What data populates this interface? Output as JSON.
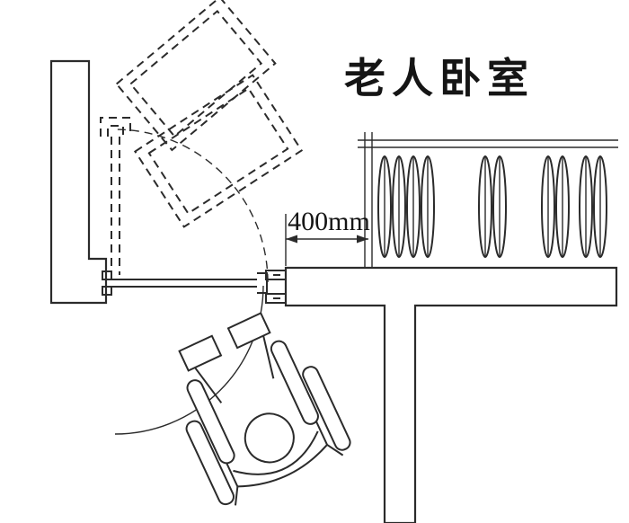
{
  "colors": {
    "background": "#ffffff",
    "wall_fill": "#cacaca",
    "line": "#2b2b2b"
  },
  "labels": {
    "room_title": "老人卧室",
    "dimension": "400mm"
  },
  "wardrobe": {
    "clothes_positions": [
      428,
      444,
      460,
      476,
      540,
      556,
      610,
      626,
      652,
      668
    ]
  }
}
